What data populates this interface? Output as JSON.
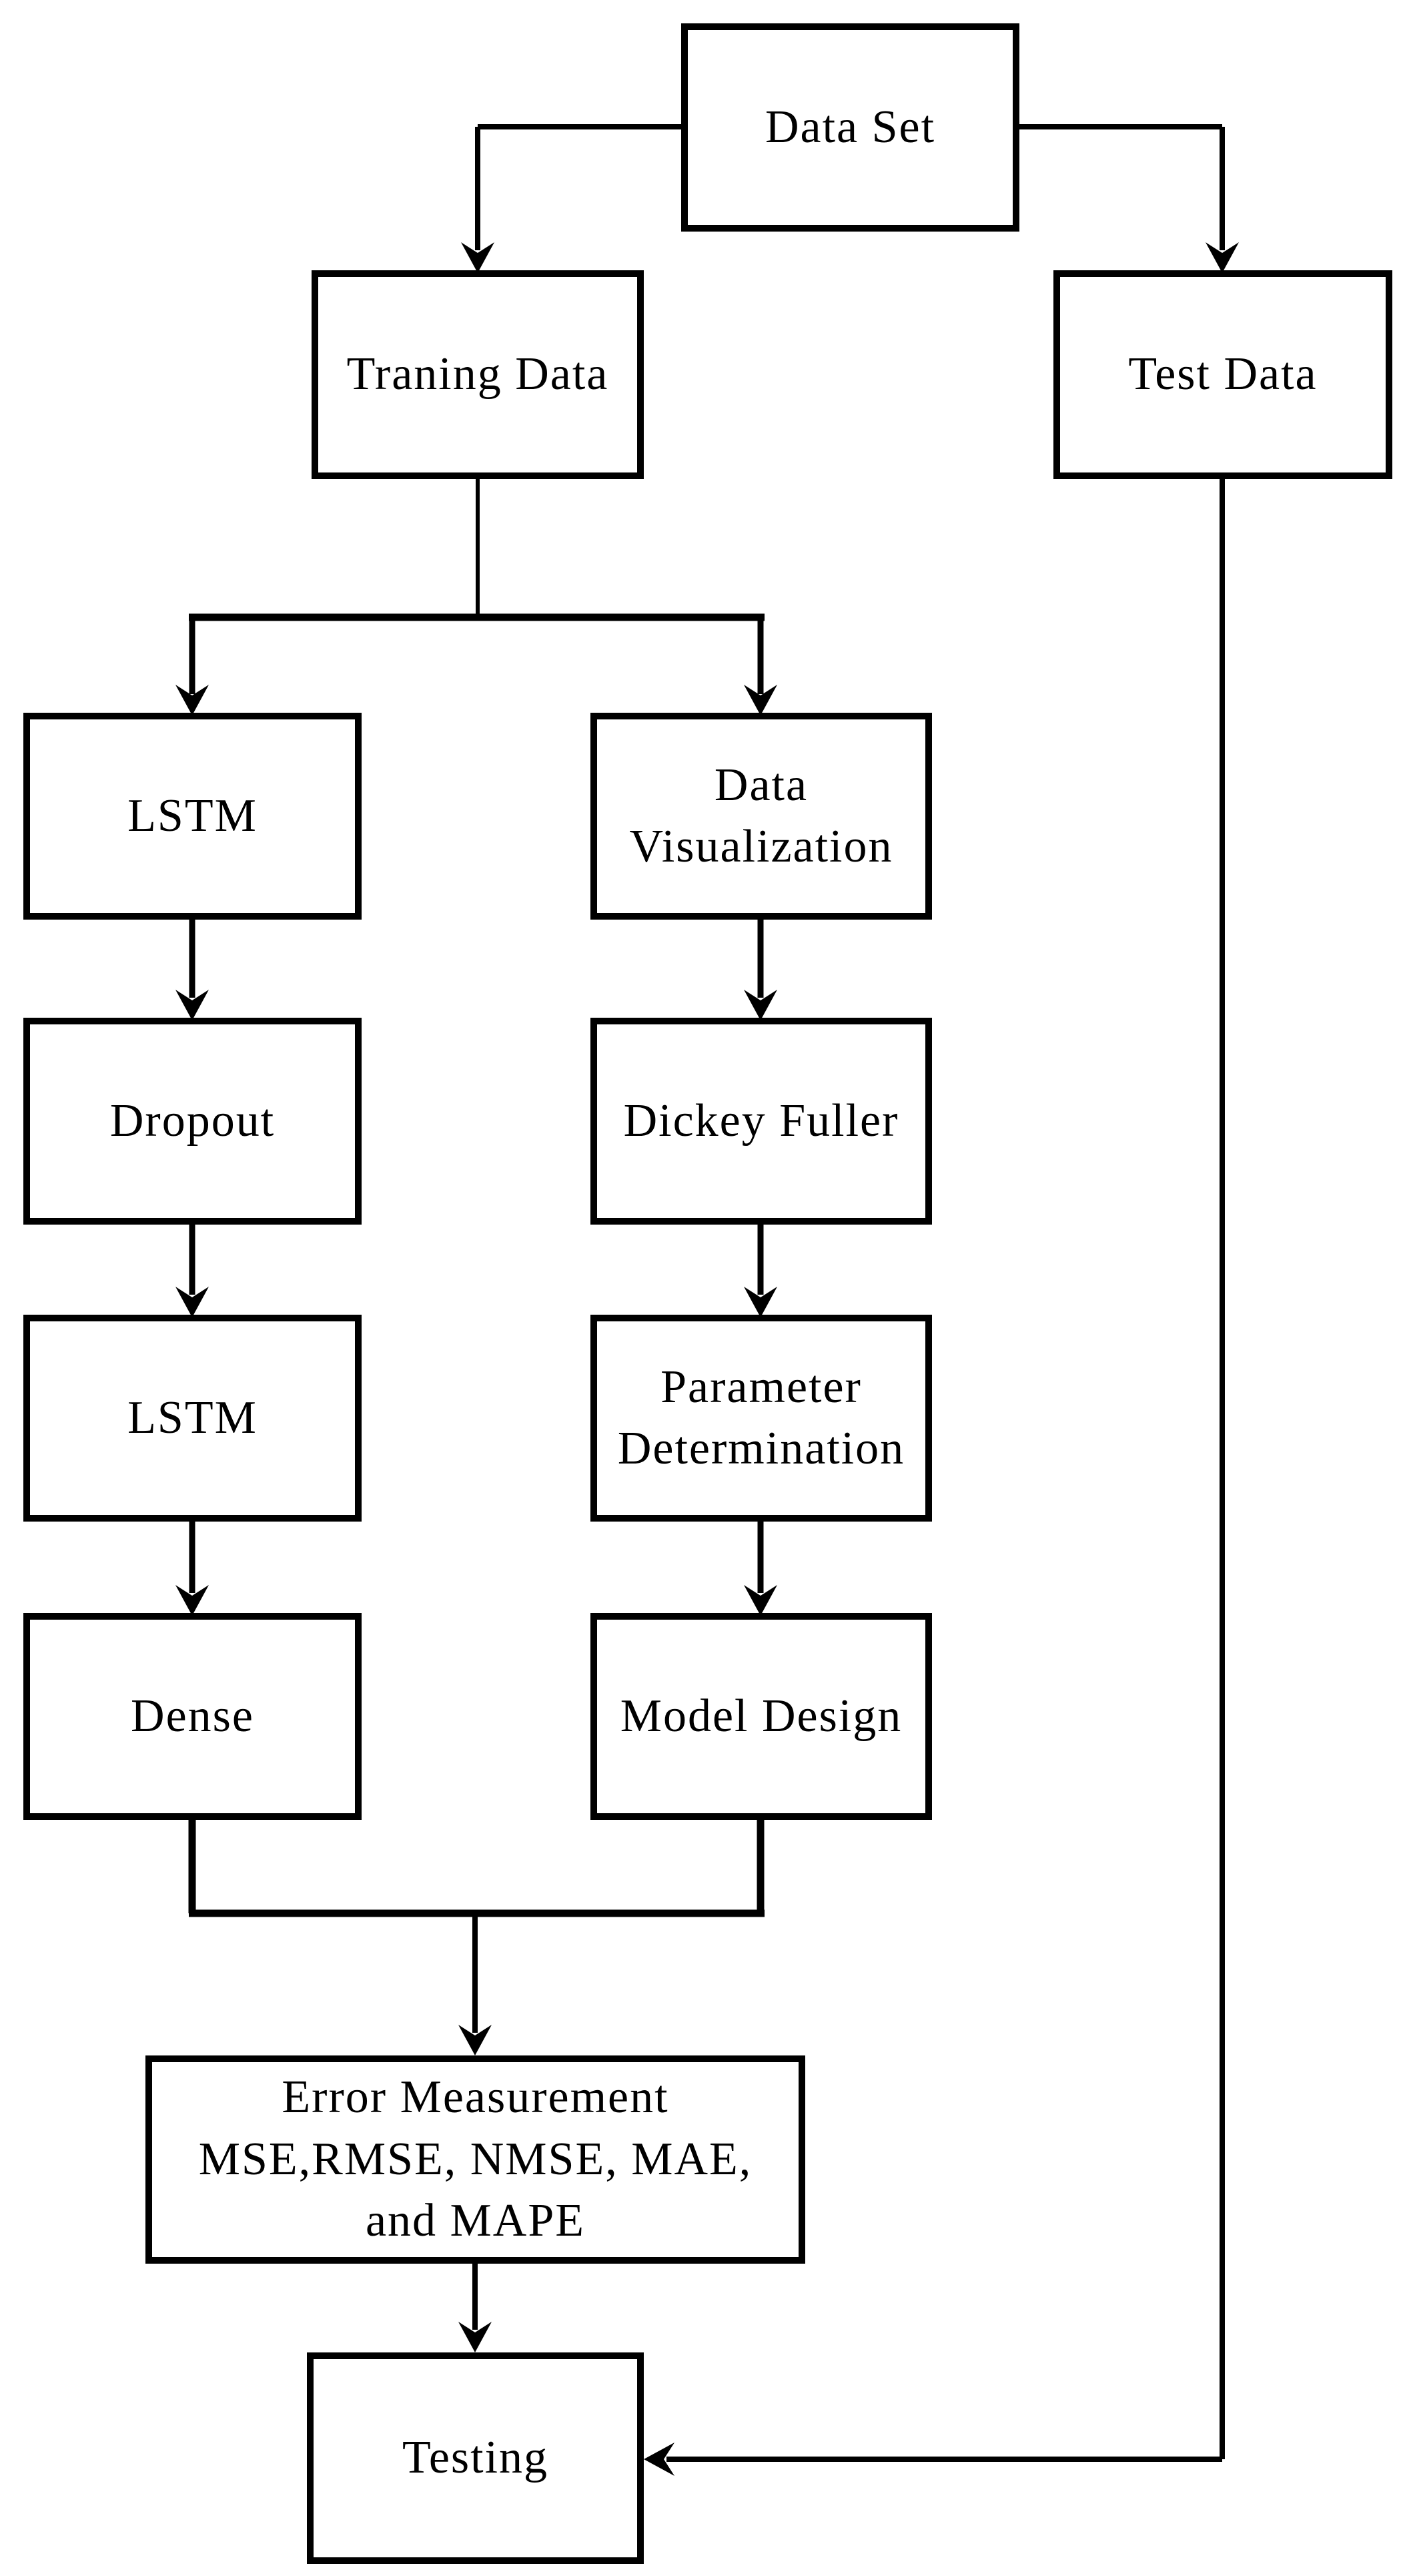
{
  "figure": {
    "type": "flowchart",
    "background_color": "#ffffff",
    "line_color": "#000000",
    "text_color": "#000000",
    "box_fill": "#ffffff"
  },
  "nodes": {
    "data_set": {
      "label": "Data Set"
    },
    "training_data": {
      "label": "Traning Data"
    },
    "test_data": {
      "label": "Test Data"
    },
    "lstm_1": {
      "label": "LSTM"
    },
    "data_visualization": {
      "label": "Data\nVisualization"
    },
    "dropout": {
      "label": "Dropout"
    },
    "dickey_fuller": {
      "label": "Dickey Fuller"
    },
    "lstm_2": {
      "label": "LSTM"
    },
    "parameter_determination": {
      "label": "Parameter\nDetermination"
    },
    "dense": {
      "label": "Dense"
    },
    "model_design": {
      "label": "Model Design"
    },
    "error_measurement": {
      "label": "Error Measurement\nMSE,RMSE, NMSE, MAE,\nand MAPE"
    },
    "testing": {
      "label": "Testing"
    }
  },
  "edges": [
    {
      "from": "data_set",
      "to": "training_data"
    },
    {
      "from": "data_set",
      "to": "test_data"
    },
    {
      "from": "training_data",
      "to": "lstm_1"
    },
    {
      "from": "training_data",
      "to": "data_visualization"
    },
    {
      "from": "lstm_1",
      "to": "dropout"
    },
    {
      "from": "dropout",
      "to": "lstm_2"
    },
    {
      "from": "lstm_2",
      "to": "dense"
    },
    {
      "from": "data_visualization",
      "to": "dickey_fuller"
    },
    {
      "from": "dickey_fuller",
      "to": "parameter_determination"
    },
    {
      "from": "parameter_determination",
      "to": "model_design"
    },
    {
      "from": "dense",
      "to": "error_measurement"
    },
    {
      "from": "model_design",
      "to": "error_measurement"
    },
    {
      "from": "error_measurement",
      "to": "testing"
    },
    {
      "from": "test_data",
      "to": "testing"
    }
  ]
}
